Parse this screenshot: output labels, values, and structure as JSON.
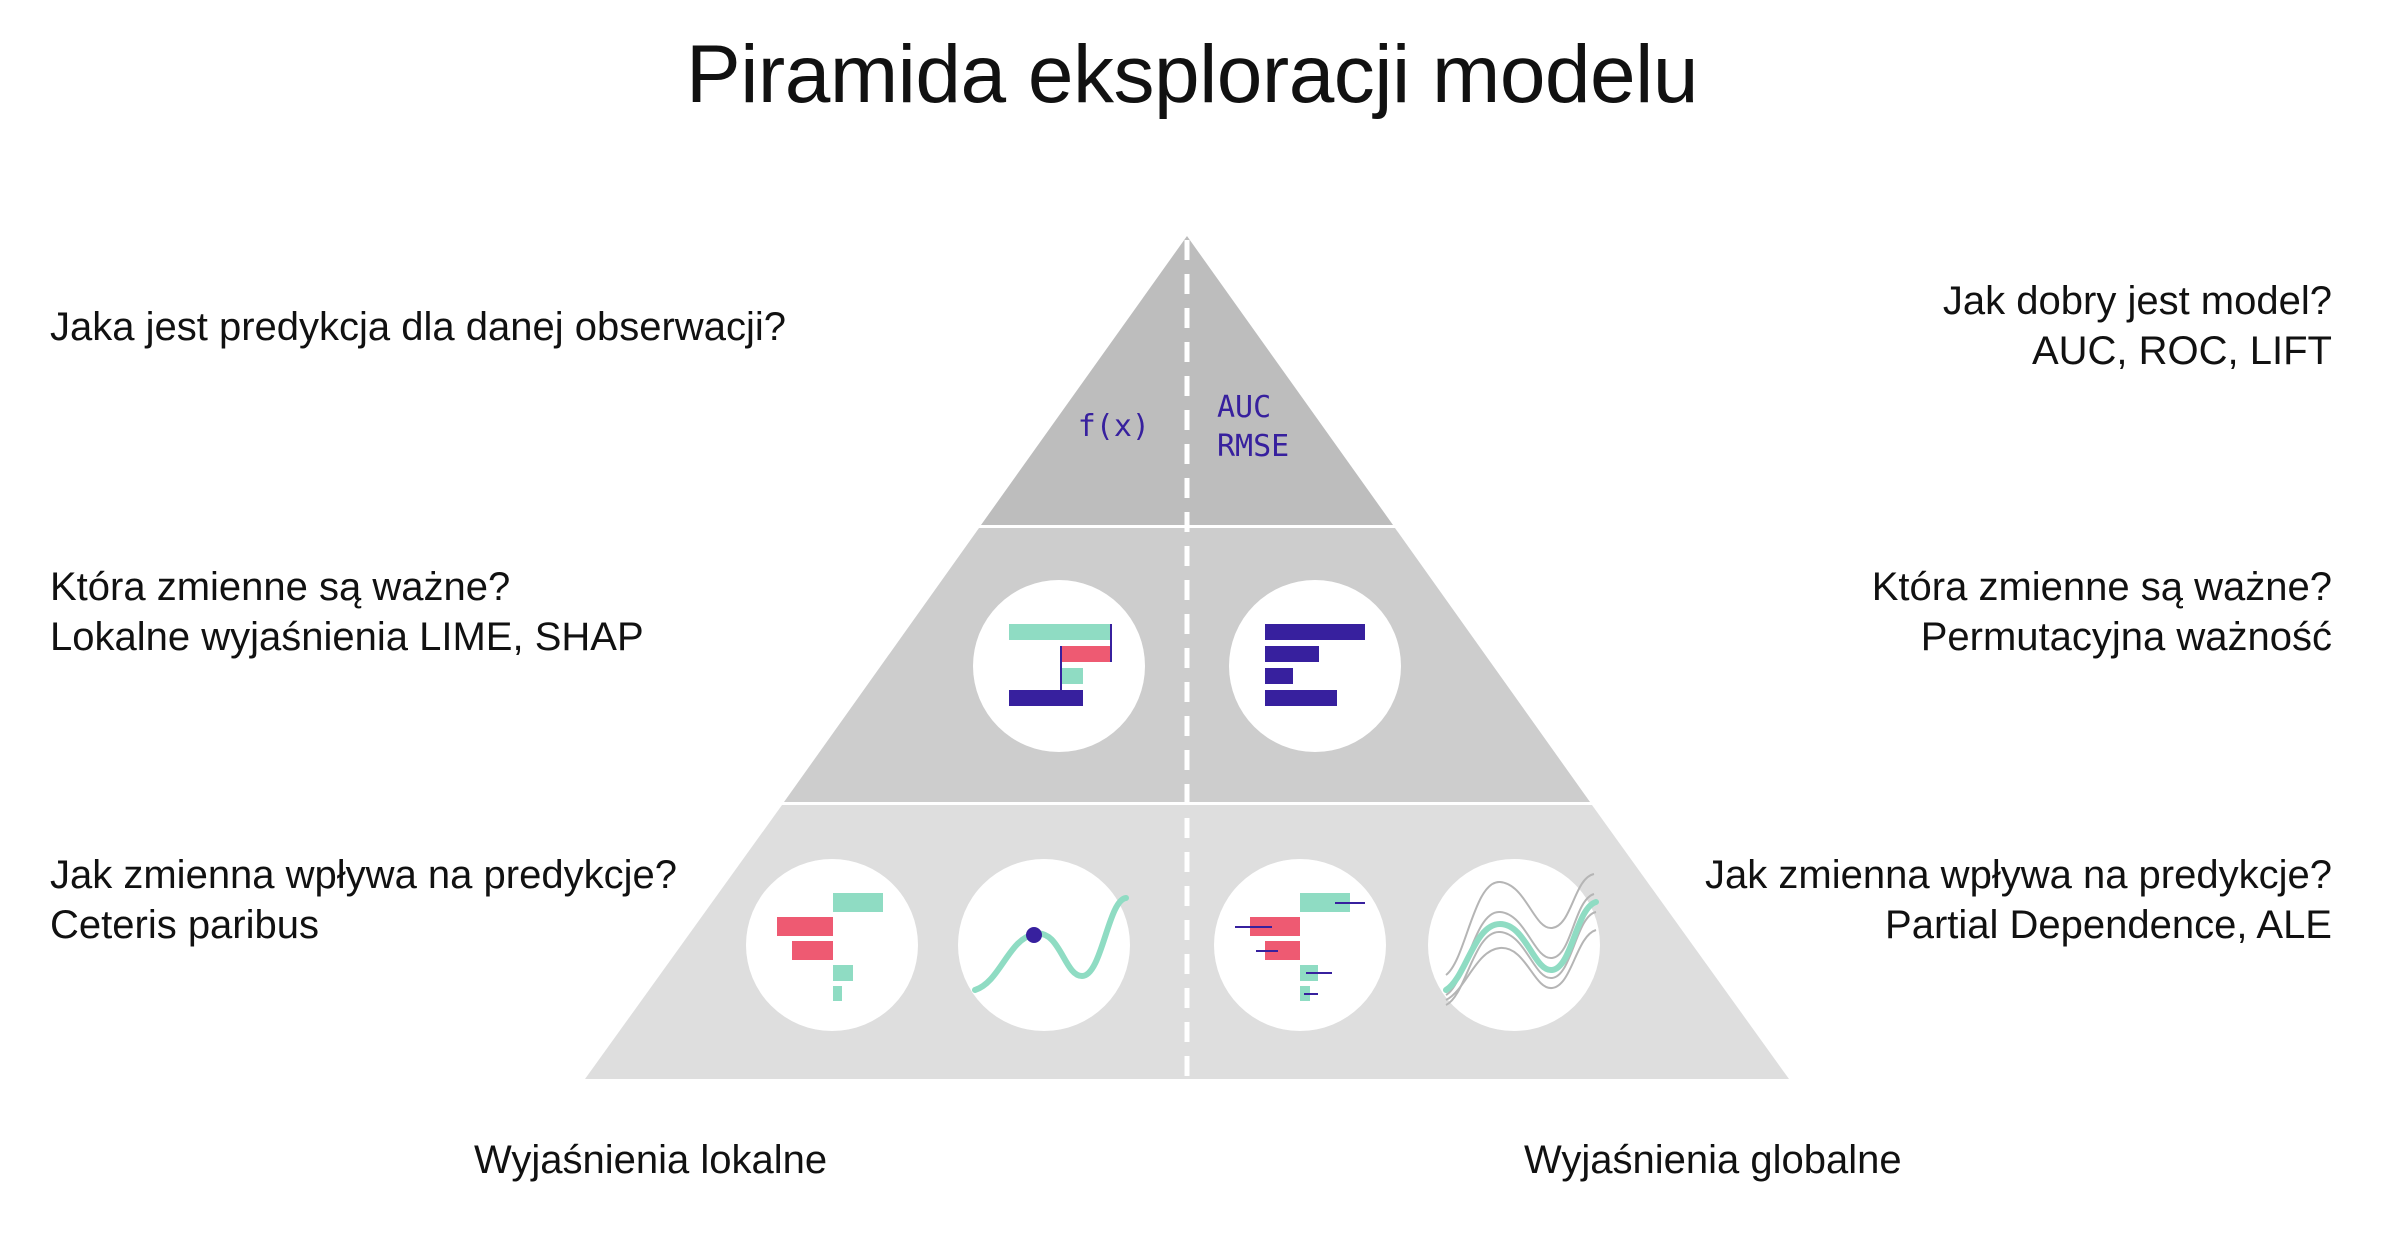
{
  "title": "Piramida eksploracji modelu",
  "apex": {
    "left_label": "f(x)",
    "right_label_1": "AUC",
    "right_label_2": "RMSE"
  },
  "rows": [
    {
      "left": [
        "Jaka jest predykcja dla danej obserwacji?"
      ],
      "right": [
        "Jak dobry jest model?",
        "AUC, ROC, LIFT"
      ]
    },
    {
      "left": [
        "Która zmienne są ważne?",
        "Lokalne wyjaśnienia LIME, SHAP"
      ],
      "right": [
        "Która zmienne są ważne?",
        "Permutacyjna ważność"
      ]
    },
    {
      "left": [
        "Jak zmienna wpływa na predykcje?",
        "Ceteris paribus"
      ],
      "right": [
        "Jak zmienna wpływa na predykcje?",
        "Partial Dependence, ALE"
      ]
    }
  ],
  "footer": {
    "left": "Wyjaśnienia lokalne",
    "right": "Wyjaśnienia globalne"
  },
  "colors": {
    "tier_top": "#bdbdbd",
    "tier_mid": "#cdcdcd",
    "tier_bottom": "#dedede",
    "navy": "#37209e",
    "mint": "#8fdcc3",
    "coral": "#ee5a72",
    "grey_curve": "#b5b5b5"
  },
  "icons": [
    "shap-waterfall-icon",
    "permutation-importance-icon",
    "break-down-icon",
    "ceteris-paribus-icon",
    "variable-importance-boxplot-icon",
    "partial-dependence-icon"
  ]
}
